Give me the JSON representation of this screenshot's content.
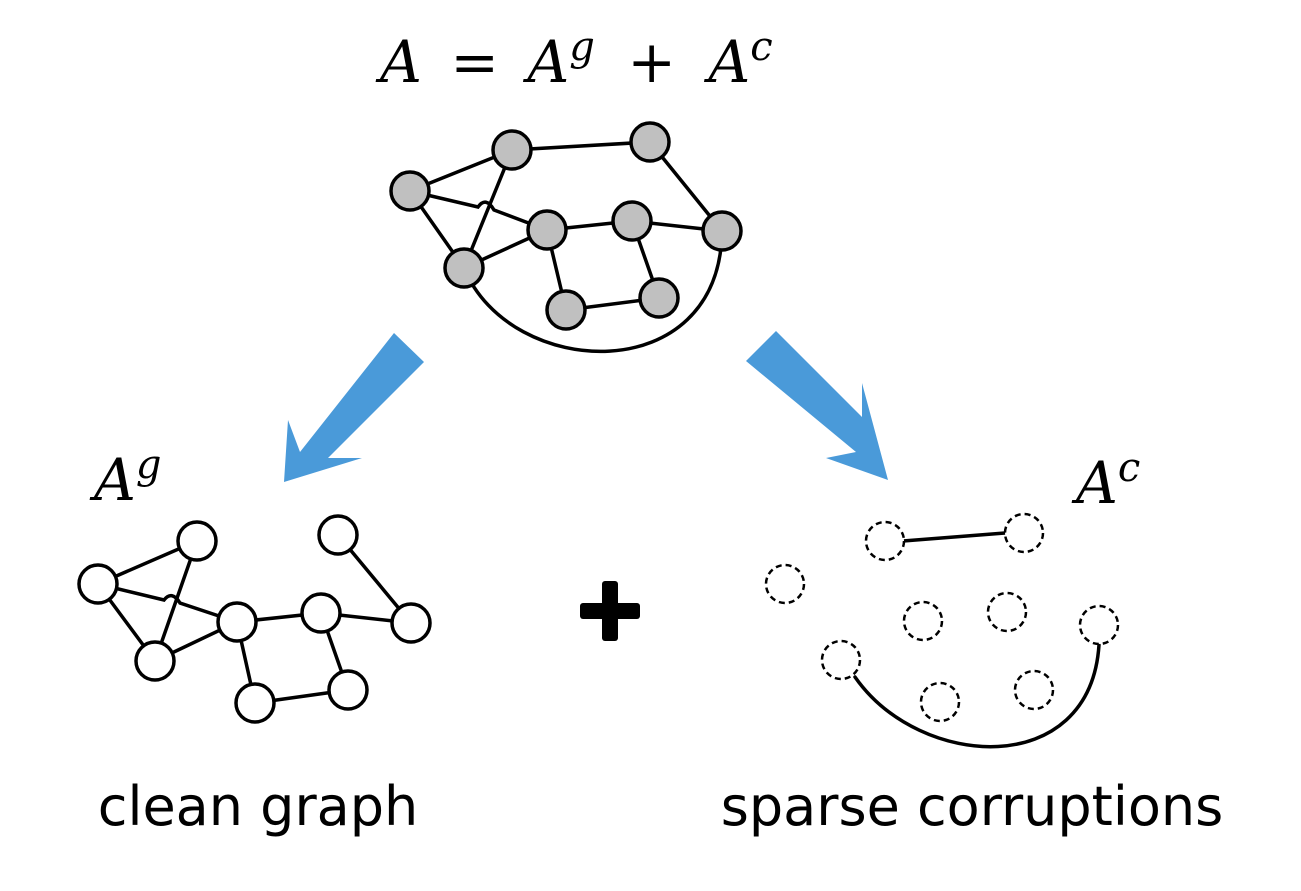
{
  "equation": {
    "lhs": "A",
    "equals": "=",
    "term1_base": "A",
    "term1_sup": "g",
    "plus": "+",
    "term2_base": "A",
    "term2_sup": "c"
  },
  "left_label": {
    "base": "A",
    "sup": "g"
  },
  "right_label": {
    "base": "A",
    "sup": "c"
  },
  "captions": {
    "left": "clean graph",
    "right": "sparse corruptions"
  },
  "colors": {
    "arrow": "#4a9ad9",
    "full_node_fill": "#c0c0c0",
    "clean_node_fill": "#ffffff"
  }
}
